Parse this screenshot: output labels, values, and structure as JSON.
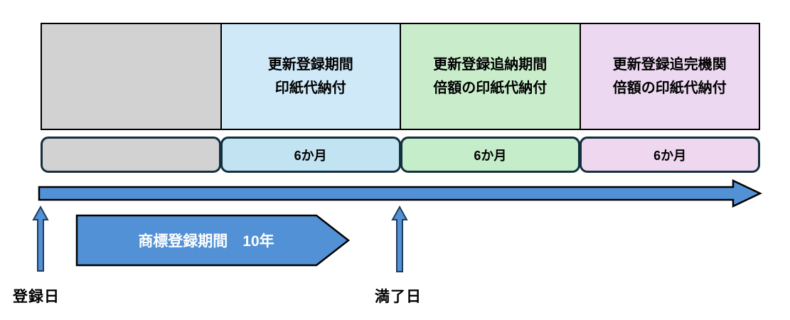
{
  "diagram": {
    "top_row": {
      "cells": [
        {
          "line1": "",
          "line2": "",
          "fill": "#d2d2d2"
        },
        {
          "line1": "更新登録期間",
          "line2": "印紙代納付",
          "fill": "#cfe9f8"
        },
        {
          "line1": "更新登録追納期間",
          "line2": "倍額の印紙代納付",
          "fill": "#c9edcb"
        },
        {
          "line1": "更新登録追完機関",
          "line2": "倍額の印紙代納付",
          "fill": "#edd8f1"
        }
      ]
    },
    "duration_row": {
      "cells": [
        {
          "label": "",
          "fill": "#d2d2d2"
        },
        {
          "label": "6か月",
          "fill": "#c2e3f2"
        },
        {
          "label": "6か月",
          "fill": "#c5edc9"
        },
        {
          "label": "6か月",
          "fill": "#f0d7f0"
        }
      ]
    },
    "timeline": {
      "period_label": "商標登録期間　10年",
      "start_label": "登録日",
      "end_label": "満了日"
    },
    "colors": {
      "arrow_fill": "#5291d6",
      "arrow_outline": "#000000",
      "marker_arrow_outline": "#1f3c5a",
      "period_text": "#ffffff"
    }
  }
}
